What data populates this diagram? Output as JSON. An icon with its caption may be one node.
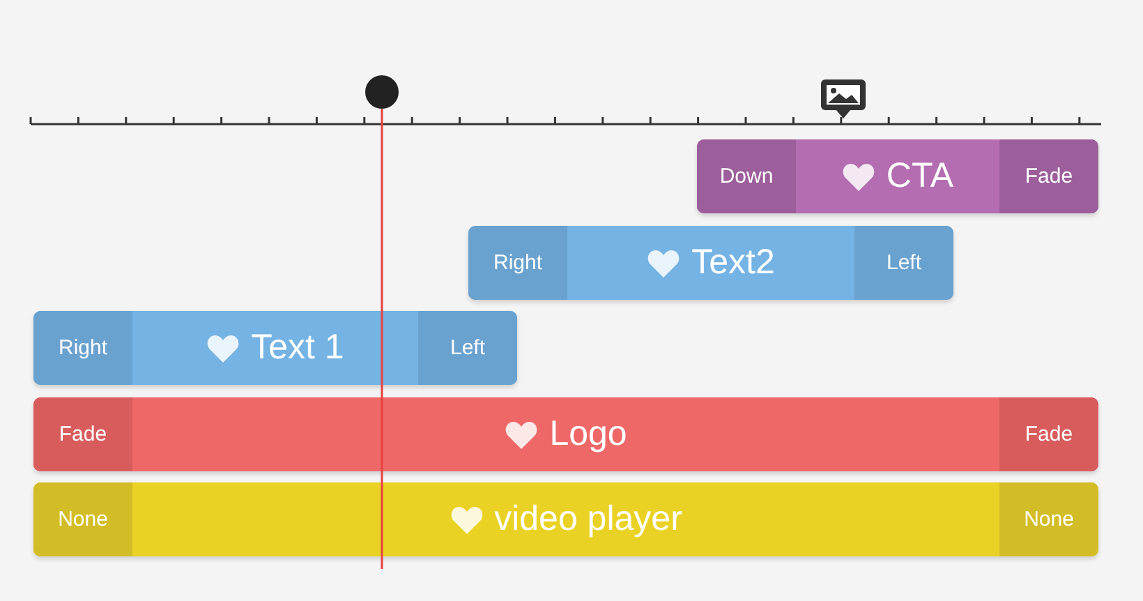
{
  "diagram": {
    "nodes": [
      {
        "text": [
          "Down",
          "CTA",
          "Fade"
        ]
      },
      {
        "text": [
          "Right",
          "Text2",
          "Left"
        ]
      },
      {
        "text": [
          "Right",
          "Text 1",
          "Left"
        ]
      },
      {
        "text": [
          "Fade",
          "Logo",
          "Fade"
        ]
      },
      {
        "text": [
          "None",
          "video player",
          "None"
        ]
      }
    ]
  }
}
